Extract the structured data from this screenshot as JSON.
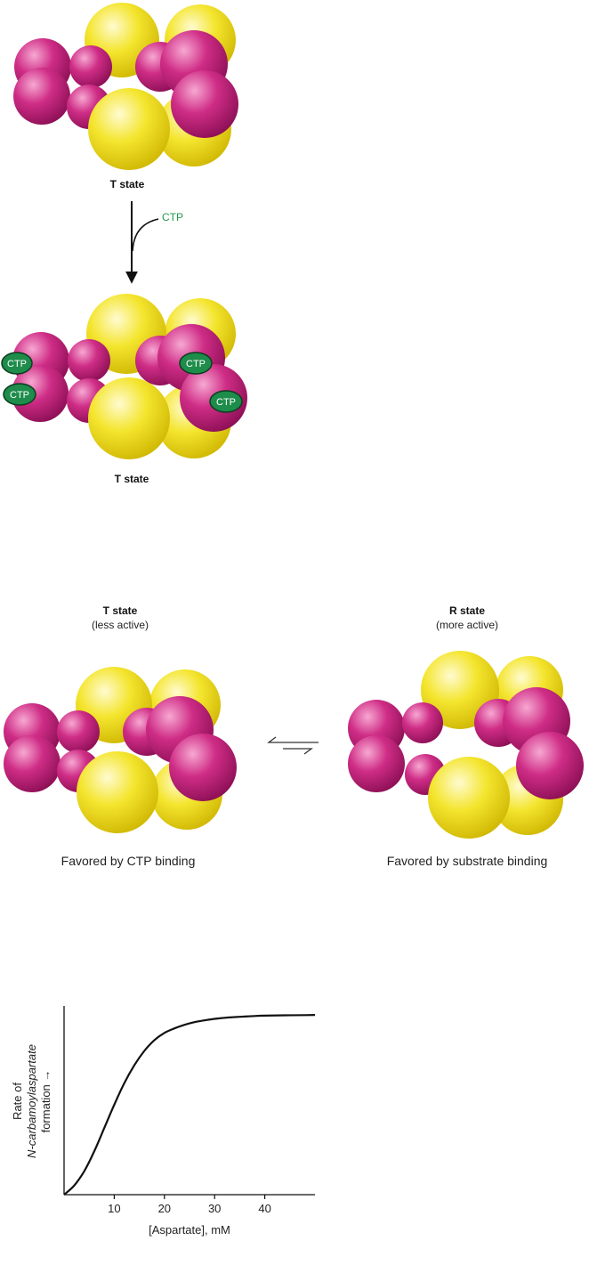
{
  "top_panel": {
    "state1_label": "T state",
    "reagent": "CTP",
    "state2_label": "T state",
    "bound_label": "CTP"
  },
  "equilibrium_panel": {
    "t_state": {
      "title": "T state",
      "subtitle": "(less active)",
      "caption": "Favored by CTP binding"
    },
    "r_state": {
      "title": "R state",
      "subtitle": "(more active)",
      "caption": "Favored by substrate binding"
    }
  },
  "colors": {
    "catalytic": "#f3e22a",
    "regulatory": "#c8287e",
    "ctp_badge": "#1e8c4a",
    "ctp_text": "#1f9a4a"
  },
  "chart_data": {
    "type": "line",
    "xlabel": "[Aspartate], mM",
    "ylabel_lines": [
      "Rate of",
      "N-carbamoylaspartate",
      "formation →"
    ],
    "xlim": [
      0,
      50
    ],
    "ylim": [
      0,
      1.05
    ],
    "xticks": [
      10,
      20,
      30,
      40
    ],
    "series": [
      {
        "x": [
          0,
          2,
          4,
          6,
          8,
          10,
          12,
          14,
          16,
          18,
          20,
          22,
          24,
          26,
          28,
          30,
          32,
          34,
          36,
          38,
          40,
          44,
          48,
          50
        ],
        "y": [
          0,
          0.05,
          0.13,
          0.24,
          0.37,
          0.5,
          0.62,
          0.72,
          0.8,
          0.86,
          0.9,
          0.925,
          0.945,
          0.96,
          0.97,
          0.978,
          0.984,
          0.988,
          0.991,
          0.994,
          0.996,
          0.998,
          0.999,
          1.0
        ]
      }
    ]
  }
}
